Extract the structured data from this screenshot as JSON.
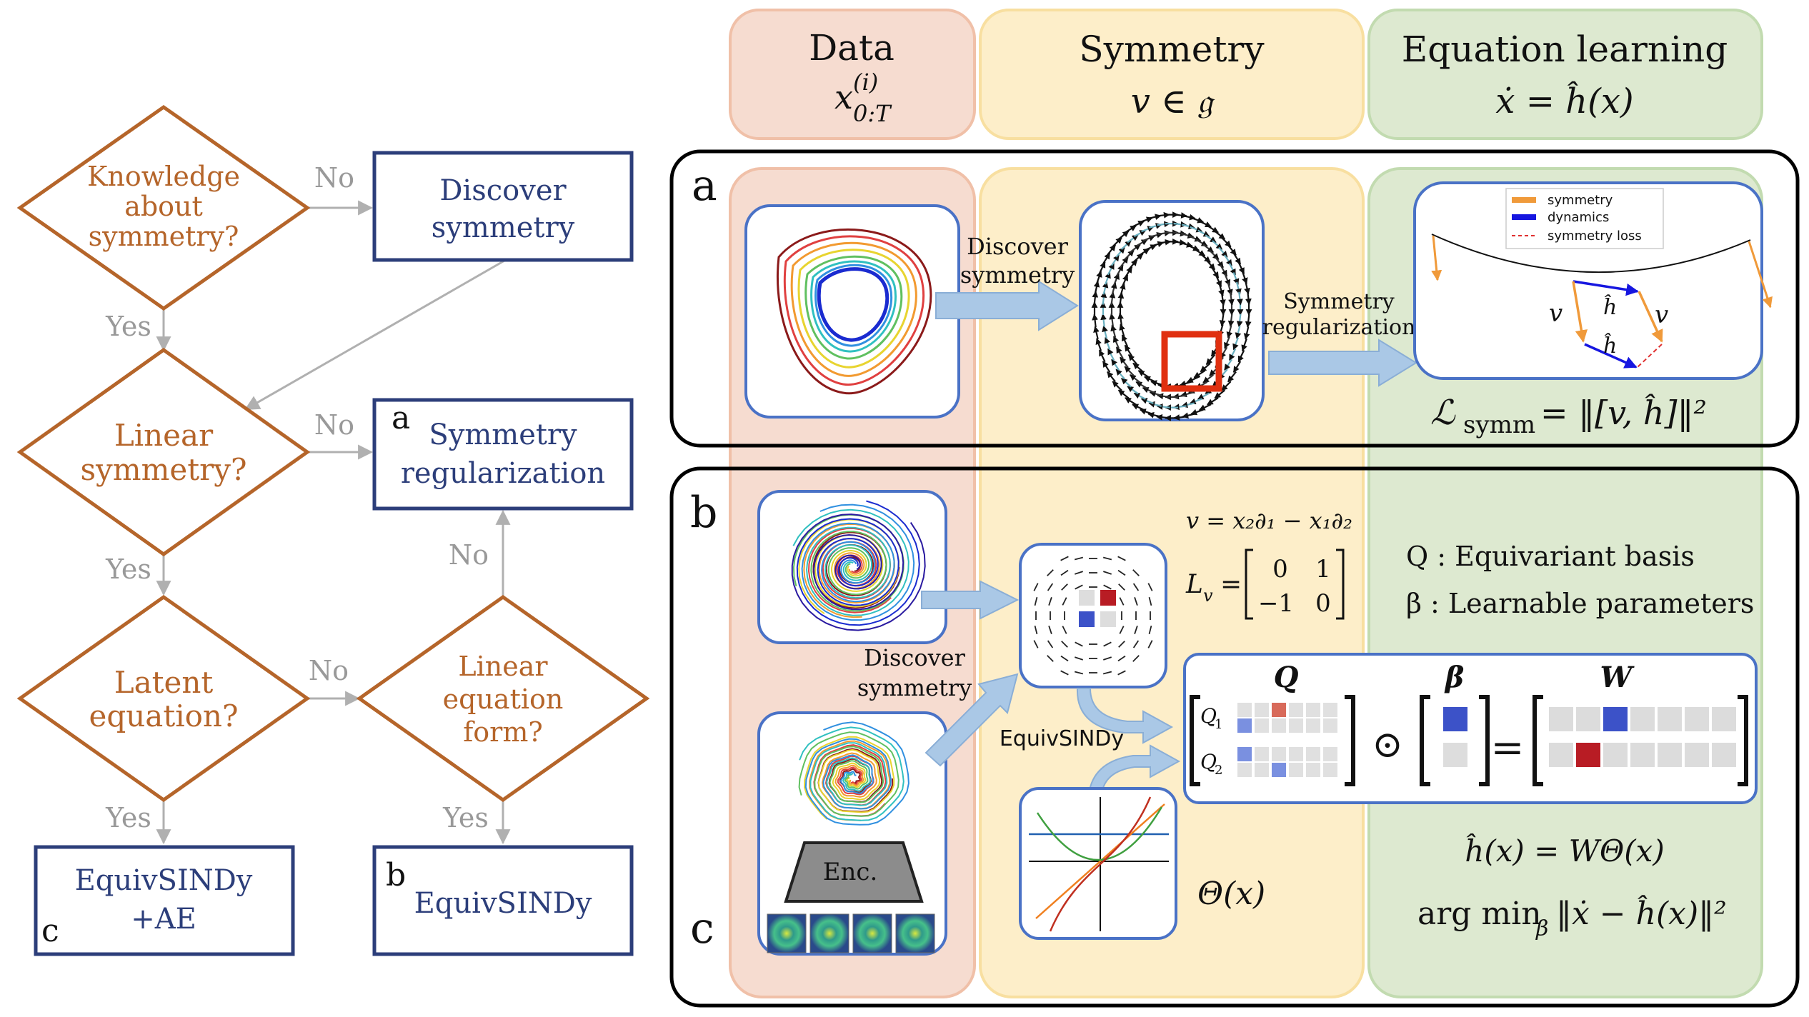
{
  "flowchart": {
    "q_knowledge": [
      "Knowledge",
      "about",
      "symmetry?"
    ],
    "q_linear": [
      "Linear",
      "symmetry?"
    ],
    "q_latent": [
      "Latent",
      "equation?"
    ],
    "q_linear_form": [
      "Linear",
      "equation",
      "form?"
    ],
    "box_discover": [
      "Discover",
      "symmetry"
    ],
    "box_regularization": [
      "Symmetry",
      "regularization"
    ],
    "box_equivsindy_ae": [
      "EquivSINDy",
      "+AE"
    ],
    "box_equivsindy": [
      "EquivSINDy"
    ],
    "letter_a": "a",
    "letter_b": "b",
    "letter_c": "c",
    "yes": "Yes",
    "no": "No"
  },
  "columns": {
    "data": {
      "title": "Data",
      "math_base": "x",
      "math_sup": "(i)",
      "math_sub": "0:T"
    },
    "symmetry": {
      "title": "Symmetry",
      "math": "v ∈ 𝔤"
    },
    "equation": {
      "title": "Equation learning",
      "math": "ẋ = ĥ(x)"
    }
  },
  "panel_a": {
    "letter": "a",
    "arrow1": [
      "Discover",
      "symmetry"
    ],
    "arrow2": [
      "Symmetry",
      "regularization"
    ],
    "legend": [
      "symmetry",
      "dynamics",
      "symmetry loss"
    ],
    "loss": "ℒ",
    "loss_sub": "symm",
    "loss_rest": "= ‖[v, ĥ]‖²",
    "v_label": "v",
    "h_label": "ĥ"
  },
  "panel_b": {
    "letter_b": "b",
    "letter_c": "c",
    "v_expr": "v = x₂∂₁ − x₁∂₂",
    "Lv_label": "L",
    "Lv_sub": "v",
    "matrix": [
      "0",
      "1",
      "−1",
      "0"
    ],
    "Q_def": "Q :  Equivariant basis",
    "beta_def": "β :  Learnable parameters",
    "discover": [
      "Discover",
      "symmetry"
    ],
    "equivsindy": "EquivSINDy",
    "enc": "Enc.",
    "theta": "Θ(x)",
    "Q": "Q",
    "beta": "β",
    "W": "W",
    "Q1": "Q",
    "Q1_sub": "1",
    "Q2": "Q",
    "Q2_sub": "2",
    "odot": "⊙",
    "eq": "=",
    "h_eq": "ĥ(x) = WΘ(x)",
    "argmin": "arg min",
    "argmin_sub": "β",
    "argmin_rest": "‖ẋ − ĥ(x)‖²"
  },
  "colors": {
    "flow_orange": "#b5652a",
    "flow_blue": "#2c3e7a",
    "data_bg": "#f6dcd0",
    "sym_bg": "#fdeec9",
    "eq_bg": "#dde9d0",
    "arrow_fill": "#aac8e6"
  }
}
